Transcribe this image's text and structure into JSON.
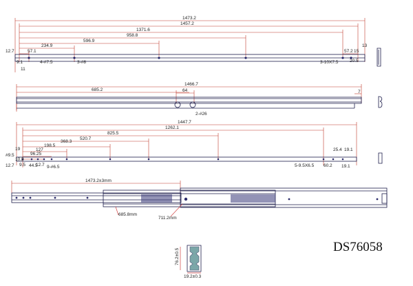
{
  "model_code": "DS76058",
  "view1": {
    "dims": [
      "1473.2",
      "1457.2",
      "1371.6",
      "958.8",
      "596.9",
      "234.9",
      "57.1",
      "57.2",
      "12.7",
      "9.1",
      "11",
      "15",
      "13",
      "20.5"
    ],
    "notes": [
      "4-#7.5",
      "3-#8",
      "3-10X7.5"
    ]
  },
  "view2": {
    "dims": [
      "1466.7",
      "685.2",
      "64",
      "7"
    ],
    "notes": [
      "2-#26"
    ]
  },
  "view3": {
    "dims": [
      "1447.7",
      "1262.1",
      "825.5",
      "520.7",
      "368.3",
      "198.5",
      "127",
      "96.25",
      "44.5",
      "25.4",
      "19.1",
      "12.7",
      "9.5",
      "19.1",
      "12.7",
      "60.2",
      "19"
    ],
    "notes": [
      "9-#6.5",
      "5-9.5X6.5",
      "#9.5",
      "10.8"
    ]
  },
  "view4": {
    "dims": [
      "1473.2±3mm",
      "685.8mm",
      "711.2mm"
    ]
  },
  "section": {
    "dims": [
      "76.2±0.5",
      "19.2±0.3"
    ]
  }
}
